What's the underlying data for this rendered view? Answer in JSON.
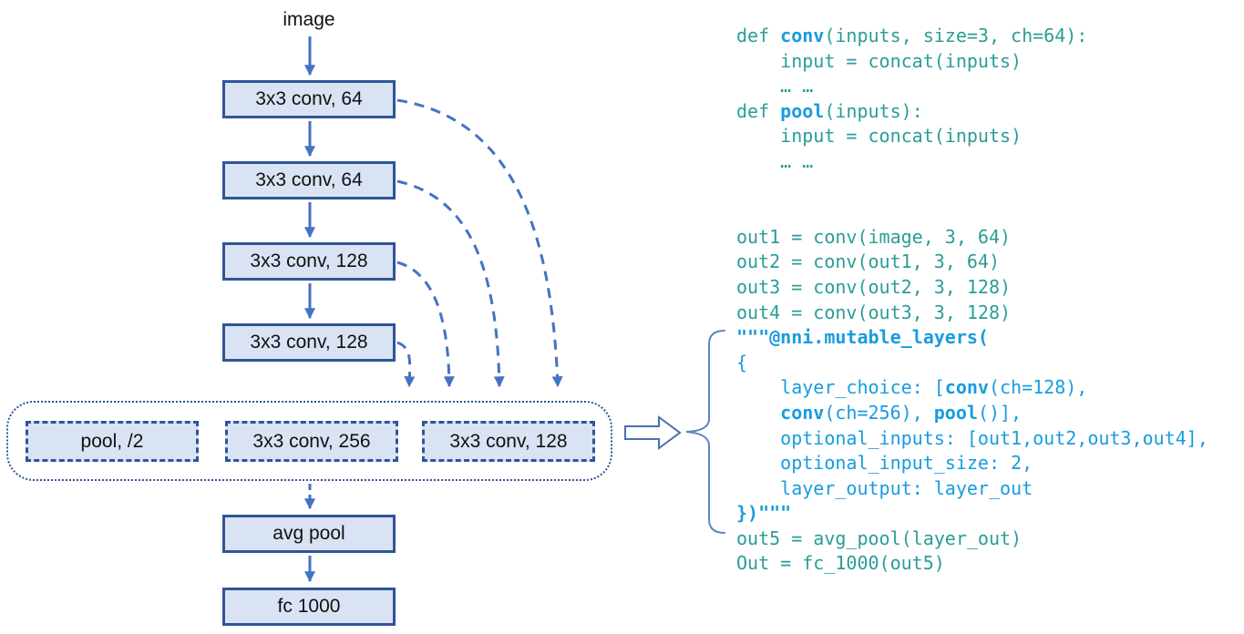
{
  "figure": {
    "input_label": "image",
    "conv_layers": [
      "3x3 conv, 64",
      "3x3 conv, 64",
      "3x3 conv, 128",
      "3x3 conv, 128"
    ],
    "mutable_choices": [
      "pool, /2",
      "3x3 conv, 256",
      "3x3 conv, 128"
    ],
    "tail_layers": [
      "avg pool",
      "fc 1000"
    ]
  },
  "code": {
    "lines": [
      [
        {
          "t": "def ",
          "s": "t"
        },
        {
          "t": "conv",
          "s": "bb"
        },
        {
          "t": "(inputs, size=3, ch=64):",
          "s": "t"
        }
      ],
      [
        {
          "t": "    input = concat(inputs)",
          "s": "t"
        }
      ],
      [
        {
          "t": "    … …",
          "s": "t"
        }
      ],
      [
        {
          "t": "def ",
          "s": "t"
        },
        {
          "t": "pool",
          "s": "bb"
        },
        {
          "t": "(inputs):",
          "s": "t"
        }
      ],
      [
        {
          "t": "    input = concat(inputs)",
          "s": "t"
        }
      ],
      [
        {
          "t": "    … …",
          "s": "t"
        }
      ],
      [],
      [],
      [
        {
          "t": "out1 = conv(image, 3, 64)",
          "s": "t"
        }
      ],
      [
        {
          "t": "out2 = conv(out1, 3, 64)",
          "s": "t"
        }
      ],
      [
        {
          "t": "out3 = conv(out2, 3, 128)",
          "s": "t"
        }
      ],
      [
        {
          "t": "out4 = conv(out3, 3, 128)",
          "s": "t"
        }
      ],
      [
        {
          "t": "\"\"\"@nni.mutable_layers(",
          "s": "bb"
        }
      ],
      [
        {
          "t": "{",
          "s": "b"
        }
      ],
      [
        {
          "t": "    layer_choice: [",
          "s": "b"
        },
        {
          "t": "conv",
          "s": "bb"
        },
        {
          "t": "(ch=128),",
          "s": "b"
        }
      ],
      [
        {
          "t": "    ",
          "s": "b"
        },
        {
          "t": "conv",
          "s": "bb"
        },
        {
          "t": "(ch=256), ",
          "s": "b"
        },
        {
          "t": "pool",
          "s": "bb"
        },
        {
          "t": "()],",
          "s": "b"
        }
      ],
      [
        {
          "t": "    optional_inputs: [out1,out2,out3,out4],",
          "s": "b"
        }
      ],
      [
        {
          "t": "    optional_input_size: 2,",
          "s": "b"
        }
      ],
      [
        {
          "t": "    layer_output: layer_out",
          "s": "b"
        }
      ],
      [
        {
          "t": "})\"\"\"",
          "s": "bb"
        }
      ],
      [
        {
          "t": "out5 = avg_pool(layer_out)",
          "s": "t"
        }
      ],
      [
        {
          "t": "Out = fc_1000(out5)",
          "s": "t"
        }
      ]
    ]
  },
  "colors": {
    "box_fill": "#dae3f3",
    "box_border": "#2f5597",
    "arrow_blue": "#4472c4",
    "code_teal": "#2a9d97",
    "code_blue": "#189cdf",
    "diagram_text": "#111111"
  }
}
